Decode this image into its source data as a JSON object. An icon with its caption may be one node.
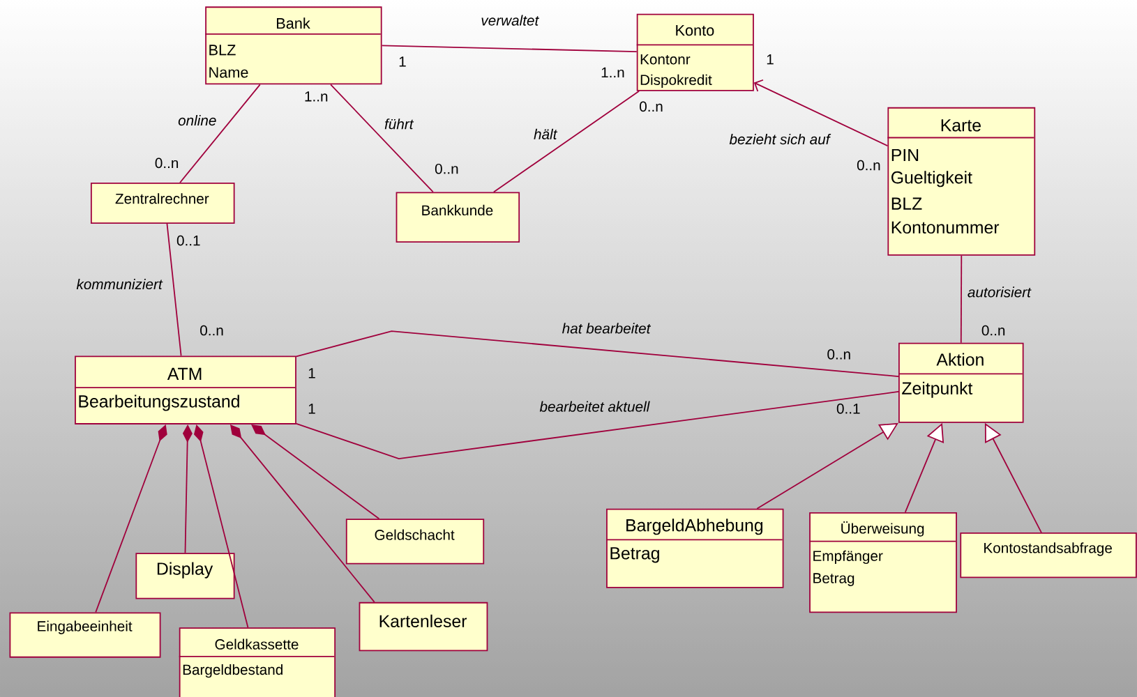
{
  "diagram": {
    "nodes": [
      {
        "text": [
          "Bank",
          "BLZ",
          "Name"
        ]
      },
      {
        "text": [
          "Konto",
          "Kontonr",
          "Dispokredit"
        ]
      },
      {
        "text": [
          "Karte",
          "PIN",
          "Gueltigkeit",
          "BLZ",
          "Kontonummer"
        ]
      },
      {
        "text": [
          "Zentralrechner"
        ]
      },
      {
        "text": [
          "Bankkunde"
        ]
      },
      {
        "text": [
          "ATM",
          "Bearbeitungszustand"
        ]
      },
      {
        "text": [
          "Aktion",
          "Zeitpunkt"
        ]
      },
      {
        "text": [
          "Geldschacht"
        ]
      },
      {
        "text": [
          "Display"
        ]
      },
      {
        "text": [
          "Eingabeeinheit"
        ]
      },
      {
        "text": [
          "Geldkassette",
          "Bargeldbestand"
        ]
      },
      {
        "text": [
          "Kartenleser"
        ]
      },
      {
        "text": [
          "BargeldAbhebung",
          "Betrag"
        ]
      },
      {
        "text": [
          "Überweisung",
          "Empfänger",
          "Betrag"
        ]
      },
      {
        "text": [
          "Kontostandsabfrage"
        ]
      }
    ],
    "edges": [
      {
        "from": 0,
        "to": 1,
        "arrow": "none",
        "label": "verwaltet"
      },
      {
        "from": 0,
        "to": 3,
        "arrow": "none",
        "label": "online"
      },
      {
        "from": 0,
        "to": 4,
        "arrow": "none",
        "label": "führt"
      },
      {
        "from": 1,
        "to": 4,
        "arrow": "none",
        "label": "hält"
      },
      {
        "from": 2,
        "to": 1,
        "arrow": "to",
        "label": "bezieht sich auf"
      },
      {
        "from": 3,
        "to": 5,
        "arrow": "none",
        "label": "kommuniziert"
      },
      {
        "from": 5,
        "to": 6,
        "arrow": "none",
        "label": "hat bearbeitet"
      },
      {
        "from": 5,
        "to": 6,
        "arrow": "none",
        "label": "bearbeitet aktuell"
      },
      {
        "from": 2,
        "to": 6,
        "arrow": "none",
        "label": "autorisiert"
      },
      {
        "from": 9,
        "to": 5,
        "arrow": "other"
      },
      {
        "from": 8,
        "to": 5,
        "arrow": "other"
      },
      {
        "from": 10,
        "to": 5,
        "arrow": "other"
      },
      {
        "from": 11,
        "to": 5,
        "arrow": "other"
      },
      {
        "from": 7,
        "to": 5,
        "arrow": "other"
      },
      {
        "from": 12,
        "to": 6,
        "arrow": "to"
      },
      {
        "from": 13,
        "to": 6,
        "arrow": "to"
      },
      {
        "from": 14,
        "to": 6,
        "arrow": "to"
      }
    ],
    "labels": [
      "1",
      "1",
      "1..n",
      "1..n",
      "0..n",
      "0..n",
      "0..n",
      "0..n",
      "0..1",
      "0..n",
      "0..n",
      "0..n",
      "1",
      "0..1",
      "1"
    ]
  }
}
